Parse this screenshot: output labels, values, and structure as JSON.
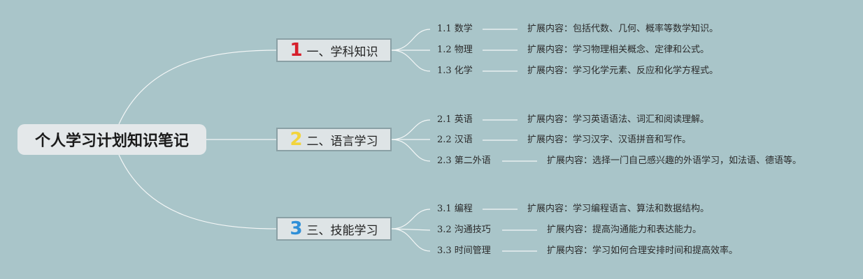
{
  "root": {
    "title": "个人学习计划知识笔记"
  },
  "colors": {
    "background": "#a9c5c9",
    "line": "#f4f7f7",
    "num1": "#d61f2b",
    "num2": "#f2d43c",
    "num3": "#2e8fd8"
  },
  "branches": [
    {
      "number": "1",
      "label": "一、学科知识",
      "items": [
        {
          "label": "1.1 数学",
          "detail": "扩展内容：包括代数、几何、概率等数学知识。"
        },
        {
          "label": "1.2 物理",
          "detail": "扩展内容：学习物理相关概念、定律和公式。"
        },
        {
          "label": "1.3 化学",
          "detail": "扩展内容：学习化学元素、反应和化学方程式。"
        }
      ]
    },
    {
      "number": "2",
      "label": "二、语言学习",
      "items": [
        {
          "label": "2.1 英语",
          "detail": "扩展内容：学习英语语法、词汇和阅读理解。"
        },
        {
          "label": "2.2 汉语",
          "detail": "扩展内容：学习汉字、汉语拼音和写作。"
        },
        {
          "label": "2.3 第二外语",
          "detail": "扩展内容：选择一门自己感兴趣的外语学习，如法语、德语等。"
        }
      ]
    },
    {
      "number": "3",
      "label": "三、技能学习",
      "items": [
        {
          "label": "3.1 编程",
          "detail": "扩展内容：学习编程语言、算法和数据结构。"
        },
        {
          "label": "3.2 沟通技巧",
          "detail": "扩展内容：提高沟通能力和表达能力。"
        },
        {
          "label": "3.3 时间管理",
          "detail": "扩展内容：学习如何合理安排时间和提高效率。"
        }
      ]
    }
  ]
}
